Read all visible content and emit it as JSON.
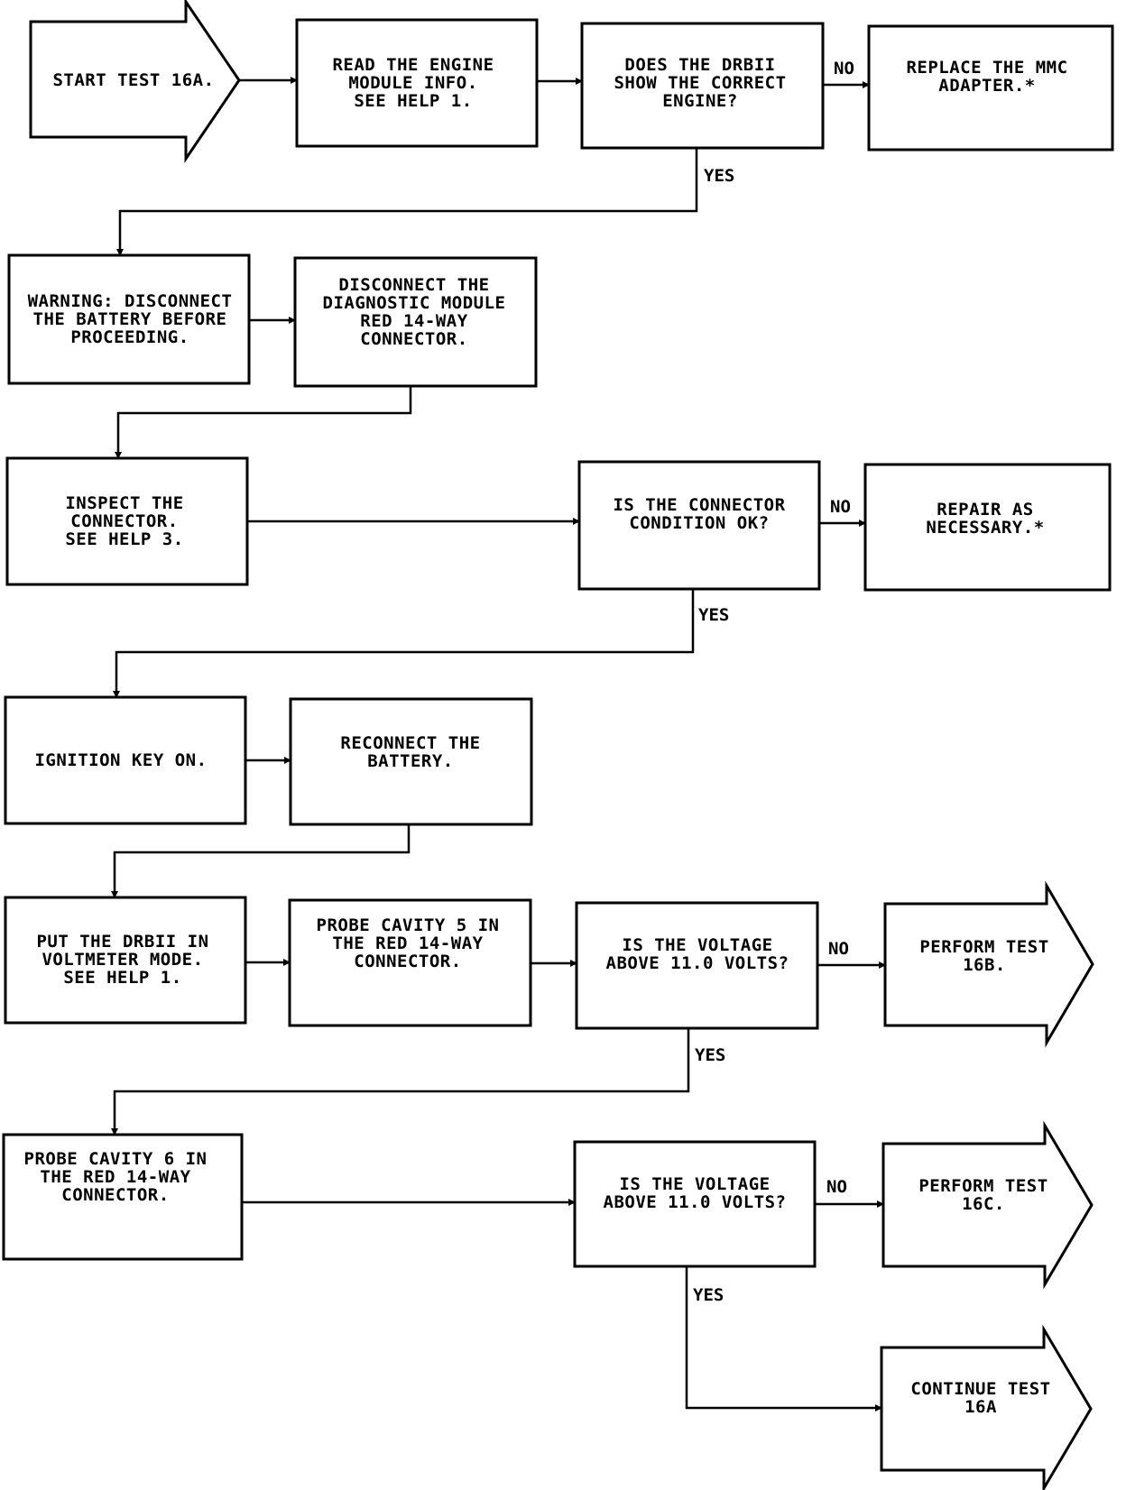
{
  "nodes": {
    "start": [
      "START TEST 16A."
    ],
    "read_module": [
      "READ THE ENGINE",
      "MODULE INFO.",
      "SEE HELP 1."
    ],
    "correct_engine": [
      "DOES THE DRBII",
      "SHOW THE CORRECT",
      "ENGINE?"
    ],
    "replace_mmc": [
      "REPLACE THE MMC",
      "ADAPTER.*"
    ],
    "warning": [
      "WARNING:  DISCONNECT",
      "THE BATTERY BEFORE",
      "PROCEEDING."
    ],
    "disconnect_module": [
      "DISCONNECT THE",
      "DIAGNOSTIC MODULE",
      "RED 14-WAY",
      "CONNECTOR."
    ],
    "inspect_connector": [
      "INSPECT THE",
      "CONNECTOR.",
      "SEE HELP 3."
    ],
    "connector_ok": [
      "IS THE CONNECTOR",
      "CONDITION OK?"
    ],
    "repair": [
      "REPAIR AS",
      "NECESSARY.*"
    ],
    "ignition_on": [
      "IGNITION KEY ON."
    ],
    "reconnect_battery": [
      "RECONNECT THE",
      "BATTERY."
    ],
    "voltmeter_mode": [
      "PUT THE DRBII IN",
      "VOLTMETER MODE.",
      "SEE HELP 1."
    ],
    "probe_cavity_5": [
      "PROBE CAVITY 5 IN",
      "THE RED 14-WAY",
      "CONNECTOR."
    ],
    "voltage_check_1": [
      "IS THE VOLTAGE",
      "ABOVE 11.0 VOLTS?"
    ],
    "perform_16b": [
      "PERFORM TEST",
      "16B."
    ],
    "probe_cavity_6": [
      "PROBE CAVITY 6 IN",
      "THE RED 14-WAY",
      "CONNECTOR."
    ],
    "voltage_check_2": [
      "IS THE VOLTAGE",
      "ABOVE 11.0 VOLTS?"
    ],
    "perform_16c": [
      "PERFORM TEST",
      "16C."
    ],
    "continue_16a": [
      "CONTINUE TEST",
      "16A"
    ]
  },
  "edge_labels": {
    "no_1": "NO",
    "yes_1": "YES",
    "no_2": "NO",
    "yes_2": "YES",
    "no_3": "NO",
    "yes_3": "YES",
    "no_4": "NO",
    "yes_4": "YES"
  }
}
